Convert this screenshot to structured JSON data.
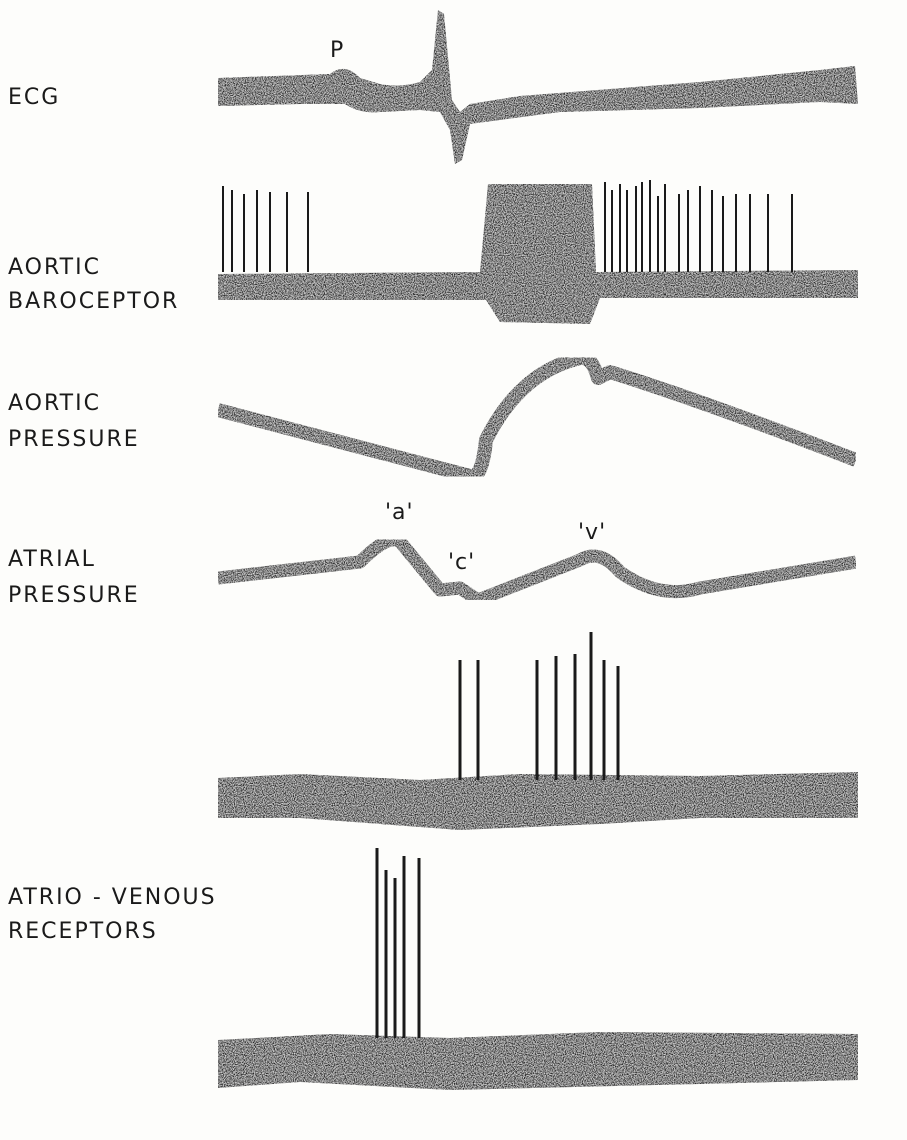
{
  "labels": {
    "ecg": "ECG",
    "aortic_baroceptor_1": "AORTIC",
    "aortic_baroceptor_2": "BAROCEPTOR",
    "aortic_pressure_1": "AORTIC",
    "aortic_pressure_2": "PRESSURE",
    "atrial_pressure_1": "ATRIAL",
    "atrial_pressure_2": "PRESSURE",
    "atrio_venous_1": "ATRIO - VENOUS",
    "atrio_venous_2": "RECEPTORS"
  },
  "annotations": {
    "p_wave": "P",
    "a_wave": "'a'",
    "c_wave": "'c'",
    "v_wave": "'v'"
  },
  "colors": {
    "ink": "#1a1a1a",
    "paper": "#fdfdfb"
  }
}
